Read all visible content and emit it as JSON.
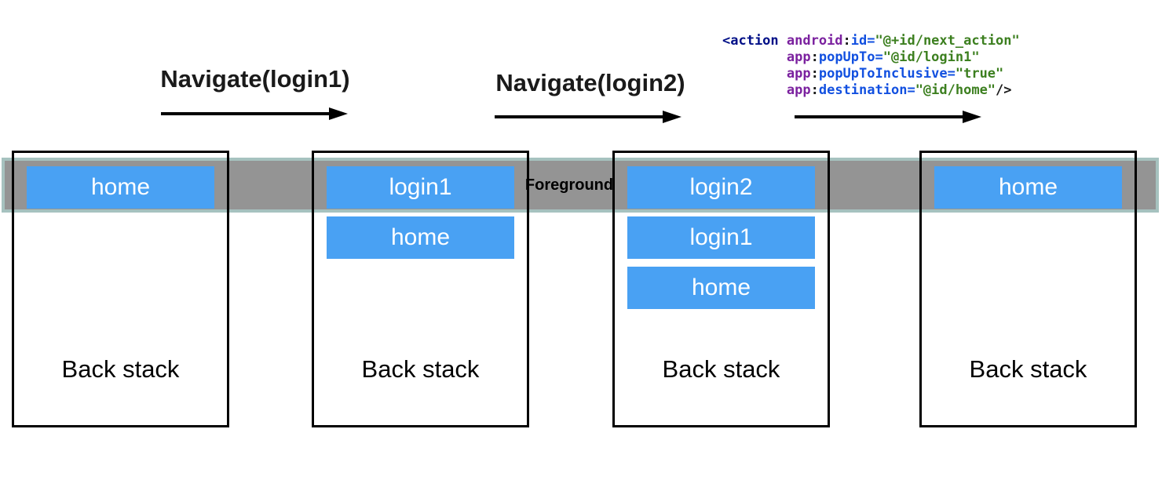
{
  "diagram": {
    "navigate1_label": "Navigate(login1)",
    "navigate2_label": "Navigate(login2)",
    "foreground_label": "Foreground",
    "stacks": [
      {
        "back_stack_label": "Back stack",
        "items": [
          "home"
        ]
      },
      {
        "back_stack_label": "Back stack",
        "items": [
          "login1",
          "home"
        ]
      },
      {
        "back_stack_label": "Back stack",
        "items": [
          "login2",
          "login1",
          "home"
        ]
      },
      {
        "back_stack_label": "Back stack",
        "items": [
          "home"
        ]
      }
    ],
    "code": {
      "tag_open": "<action",
      "ns_android": "android",
      "ns_app": "app",
      "colon": ":",
      "eq": "=",
      "attr_id": "id",
      "attr_popupto": "popUpTo",
      "attr_popuptoinclusive": "popUpToInclusive",
      "attr_destination": "destination",
      "val_id": "\"@+id/next_action\"",
      "val_popupto": "\"@id/login1\"",
      "val_popuptoinclusive": "\"true\"",
      "val_destination": "\"@id/home\"",
      "tag_close": "/>"
    },
    "colors": {
      "item_blue": "#49a1f3",
      "band_fill": "#949494",
      "band_border": "#a6c2bf",
      "box_border": "#000000",
      "code_tag": "#000f87",
      "code_namespace": "#7b219f",
      "code_attribute": "#1250e0",
      "code_value": "#3c7f1f"
    }
  }
}
